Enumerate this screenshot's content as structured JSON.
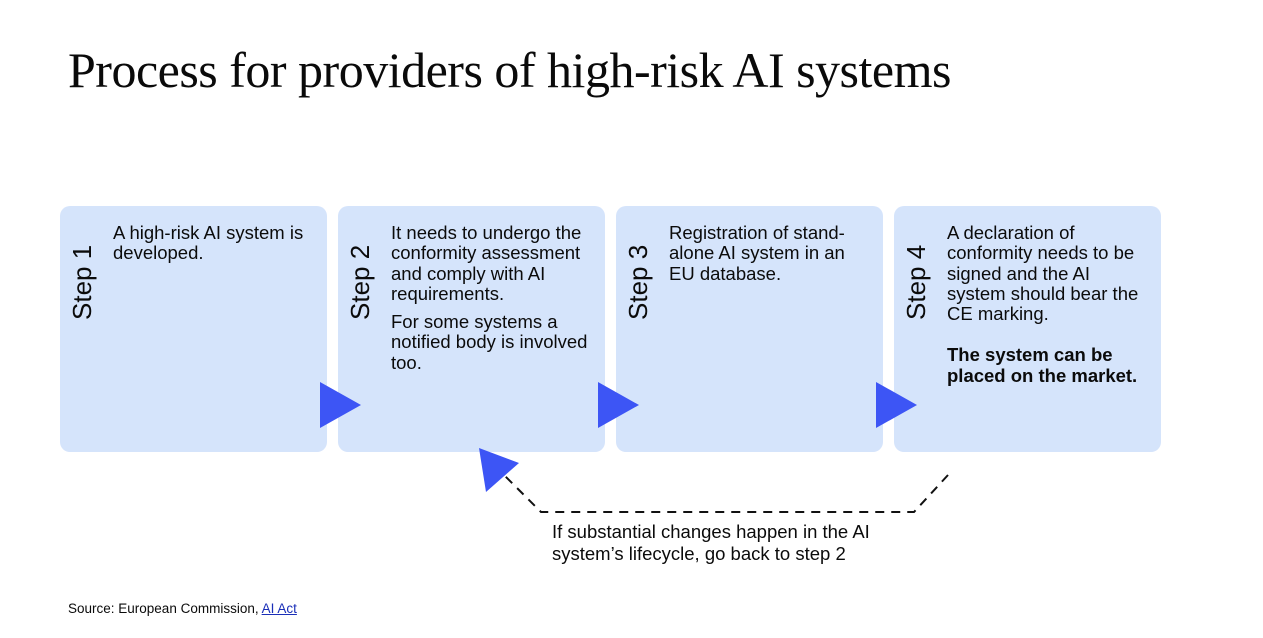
{
  "title": "Process for providers of high-risk AI systems",
  "steps": [
    {
      "label": "Step 1",
      "paragraphs": [
        "A high-risk AI system is developed."
      ]
    },
    {
      "label": "Step 2",
      "paragraphs": [
        "It needs to undergo the conformity assessment and comply with AI requirements.",
        "For some systems a notified body is involved too."
      ]
    },
    {
      "label": "Step 3",
      "paragraphs": [
        "Registration of stand-alone AI system in an EU database."
      ]
    },
    {
      "label": "Step 4",
      "paragraphs": [
        "A declaration of conformity needs to be signed and the AI system should bear the CE marking."
      ],
      "emphasis": "The system can be placed on the market."
    }
  ],
  "loop_back": {
    "caption": "If substantial changes happen in the AI system’s lifecycle, go back to step 2"
  },
  "source": {
    "prefix": "Source: European Commission, ",
    "link_text": "AI Act"
  },
  "colors": {
    "box_fill": "#d5e4fb",
    "arrow": "#3d55f5",
    "text": "#0b0b0b",
    "link": "#1a2fb8"
  }
}
